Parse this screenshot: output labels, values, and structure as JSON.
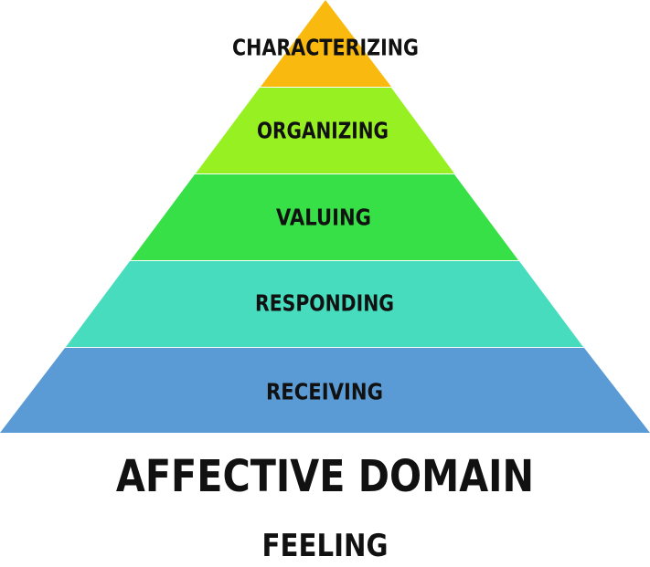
{
  "levels": [
    {
      "label": "CHARACTERIZING",
      "color": "#f9b90f"
    },
    {
      "label": "ORGANIZING",
      "color": "#97f022"
    },
    {
      "label": "VALUING",
      "color": "#36e046"
    },
    {
      "label": "RESPONDING",
      "color": "#47dcbd"
    },
    {
      "label": "RECEIVING",
      "color": "#5b9bd5"
    }
  ],
  "title": "AFFECTIVE DOMAIN",
  "subtitle": "FEELING"
}
